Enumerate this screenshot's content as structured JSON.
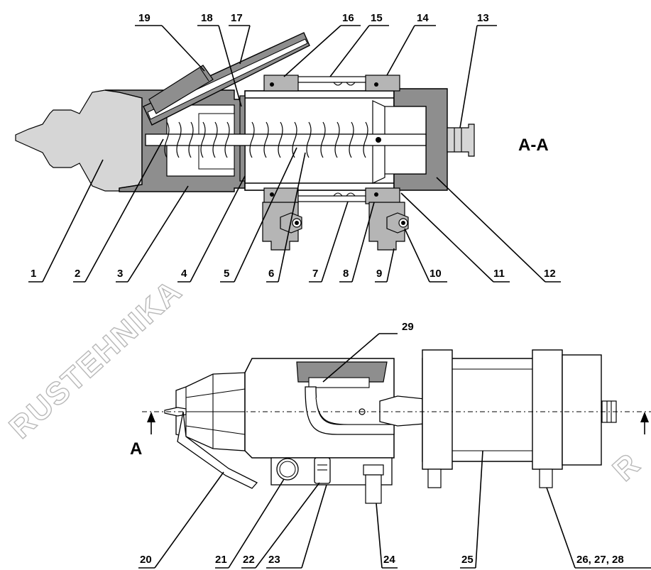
{
  "section_label": "A-A",
  "section_marker": "A",
  "watermark": "RUSTEHNIKA",
  "callouts_top": [
    "1",
    "2",
    "3",
    "4",
    "5",
    "6",
    "7",
    "8",
    "9",
    "10",
    "11",
    "12",
    "13",
    "14",
    "15",
    "16",
    "17",
    "18",
    "19"
  ],
  "callouts_bottom": [
    "20",
    "21",
    "22",
    "23",
    "24",
    "25",
    "26, 27, 28",
    "29"
  ],
  "colors": {
    "light_grey": "#d6d6d6",
    "dark_grey": "#8e8e8e",
    "mid_grey": "#b5b5b5",
    "line": "#000000"
  }
}
